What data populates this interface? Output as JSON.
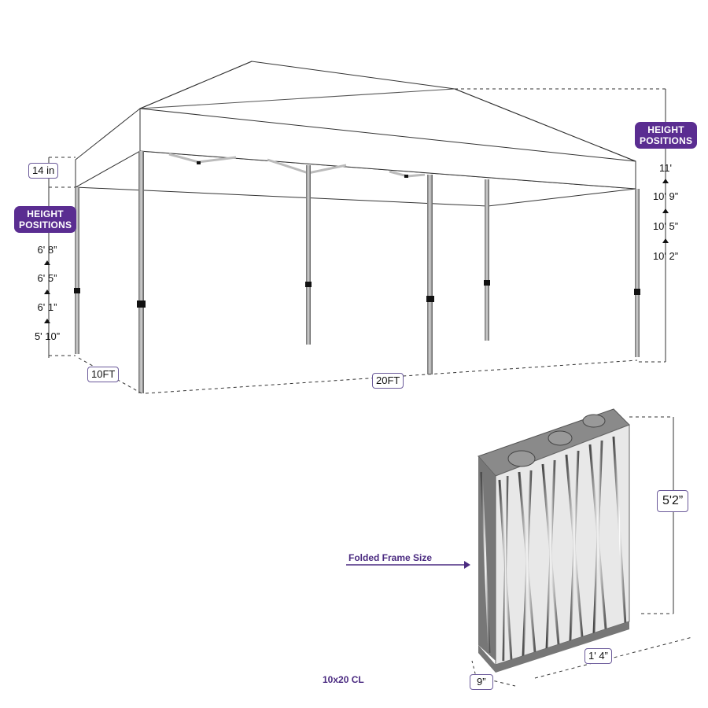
{
  "product": {
    "model": "10x20 CL"
  },
  "canopy": {
    "peak_height_label": "14 in",
    "width_label": "10FT",
    "length_label": "20FT"
  },
  "eave_heights": {
    "title_line1": "HEIGHT",
    "title_line2": "POSITIONS",
    "positions": [
      "6' 8”",
      "6' 5”",
      "6' 1”",
      "5' 10”"
    ]
  },
  "total_heights": {
    "title_line1": "HEIGHT",
    "title_line2": "POSITIONS",
    "positions": [
      "11'",
      "10' 9”",
      "10' 5”",
      "10' 2”"
    ]
  },
  "folded_frame": {
    "label": "Folded Frame Size",
    "height_label": "5'2”",
    "length_label": "1' 4”",
    "depth_label": "9”"
  },
  "colors": {
    "accent_purple": "#5a2d91",
    "label_border": "#6b5a9a",
    "frame_gray": "#8a8a8a"
  }
}
